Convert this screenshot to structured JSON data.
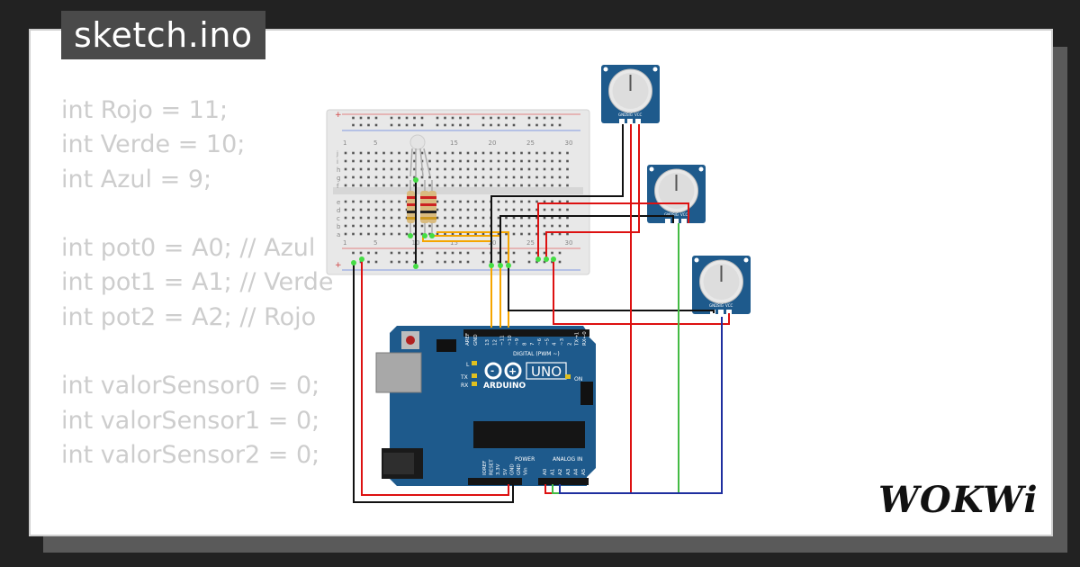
{
  "tab": {
    "title": "sketch.ino"
  },
  "code": [
    "int Rojo = 11;",
    "int Verde = 10;",
    "int Azul = 9;",
    "",
    "int pot0 = A0; // Azul",
    "int pot1 = A1; // Verde",
    "int pot2 = A2; // Rojo",
    "",
    "int valorSensor0 = 0;",
    "int valorSensor1 = 0;",
    "int valorSensor2 = 0;"
  ],
  "breadboard": {
    "col_numbers": [
      "1",
      "5",
      "10",
      "15",
      "20",
      "25",
      "30"
    ],
    "row_letters_top": [
      "j",
      "i",
      "h",
      "g",
      "f"
    ],
    "row_letters_bottom": [
      "e",
      "d",
      "c",
      "b",
      "a"
    ]
  },
  "arduino": {
    "brand": "ARDUINO",
    "model": "UNO",
    "aref": "AREF",
    "gnd": "GND",
    "digital_label": "DIGITAL (PWM ~)",
    "digital_pins": [
      "13",
      "12",
      "~11",
      "~10",
      "~9",
      "8",
      "7",
      "~6",
      "~5",
      "4",
      "~3",
      "2",
      "TX→1",
      "RX←0"
    ],
    "power_label": "POWER",
    "power_pins": [
      "IOREF",
      "RESET",
      "3.3V",
      "5V",
      "GND",
      "GND",
      "Vin"
    ],
    "analog_label": "ANALOG IN",
    "analog_pins": [
      "A0",
      "A1",
      "A2",
      "A3",
      "A4",
      "A5"
    ],
    "led_l": "L",
    "led_tx": "TX",
    "led_rx": "RX",
    "led_on": "ON"
  },
  "potentiometer": {
    "pins": [
      "GND",
      "SIG",
      "VCC"
    ]
  },
  "colors": {
    "arduino_blue": "#1e5a8c",
    "wire_red": "#dd1111",
    "wire_black": "#111111",
    "wire_green": "#44bb44",
    "wire_blue": "#1f2f9f",
    "wire_orange": "#f5a500"
  },
  "logo": {
    "text": "WOKWi"
  }
}
